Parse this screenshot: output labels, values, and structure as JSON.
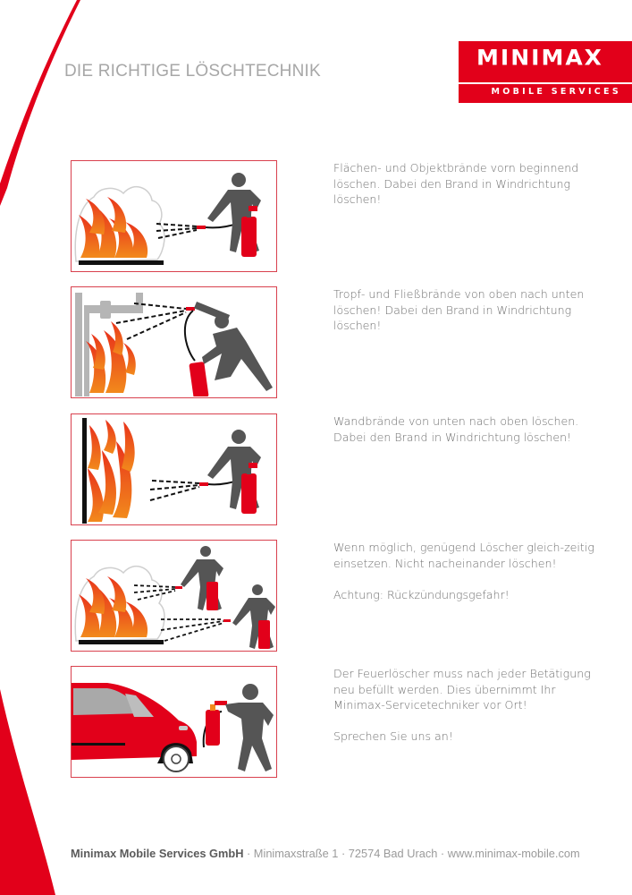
{
  "page": {
    "title": "DIE RICHTIGE LÖSCHTECHNIK",
    "accent_color": "#e2001a",
    "frame_color": "#d9414e"
  },
  "logo": {
    "brand": "MINIMAX",
    "subtitle": "MOBILE SERVICES"
  },
  "sections": [
    {
      "illustration": "area-fire-extinguishing-icon",
      "paragraphs": [
        "Flächen- und Objektbrände vorn beginnend löschen. Dabei den Brand in Windrichtung löschen!"
      ]
    },
    {
      "illustration": "dripping-fire-extinguishing-icon",
      "paragraphs": [
        "Tropf- und Fließbrände von oben nach unten löschen! Dabei den Brand in Windrichtung löschen!"
      ]
    },
    {
      "illustration": "wall-fire-extinguishing-icon",
      "paragraphs": [
        "Wandbrände von unten nach oben löschen. Dabei den Brand in Windrichtung löschen!"
      ]
    },
    {
      "illustration": "multiple-extinguishers-icon",
      "paragraphs": [
        "Wenn möglich, genügend Löscher gleich-zeitig einsetzen. Nicht nacheinander löschen!",
        "Achtung: Rückzündungsgefahr!"
      ]
    },
    {
      "illustration": "van-service-icon",
      "paragraphs": [
        "Der Feuerlöscher muss nach jeder Betätigung neu befüllt werden. Dies übernimmt Ihr Minimax-Servicetechniker vor Ort!",
        "Sprechen Sie uns an!"
      ]
    }
  ],
  "footer": {
    "company": "Minimax Mobile Services GmbH",
    "details": " · Minimaxstraße 1 · 72574 Bad Urach · www.minimax-mobile.com"
  }
}
